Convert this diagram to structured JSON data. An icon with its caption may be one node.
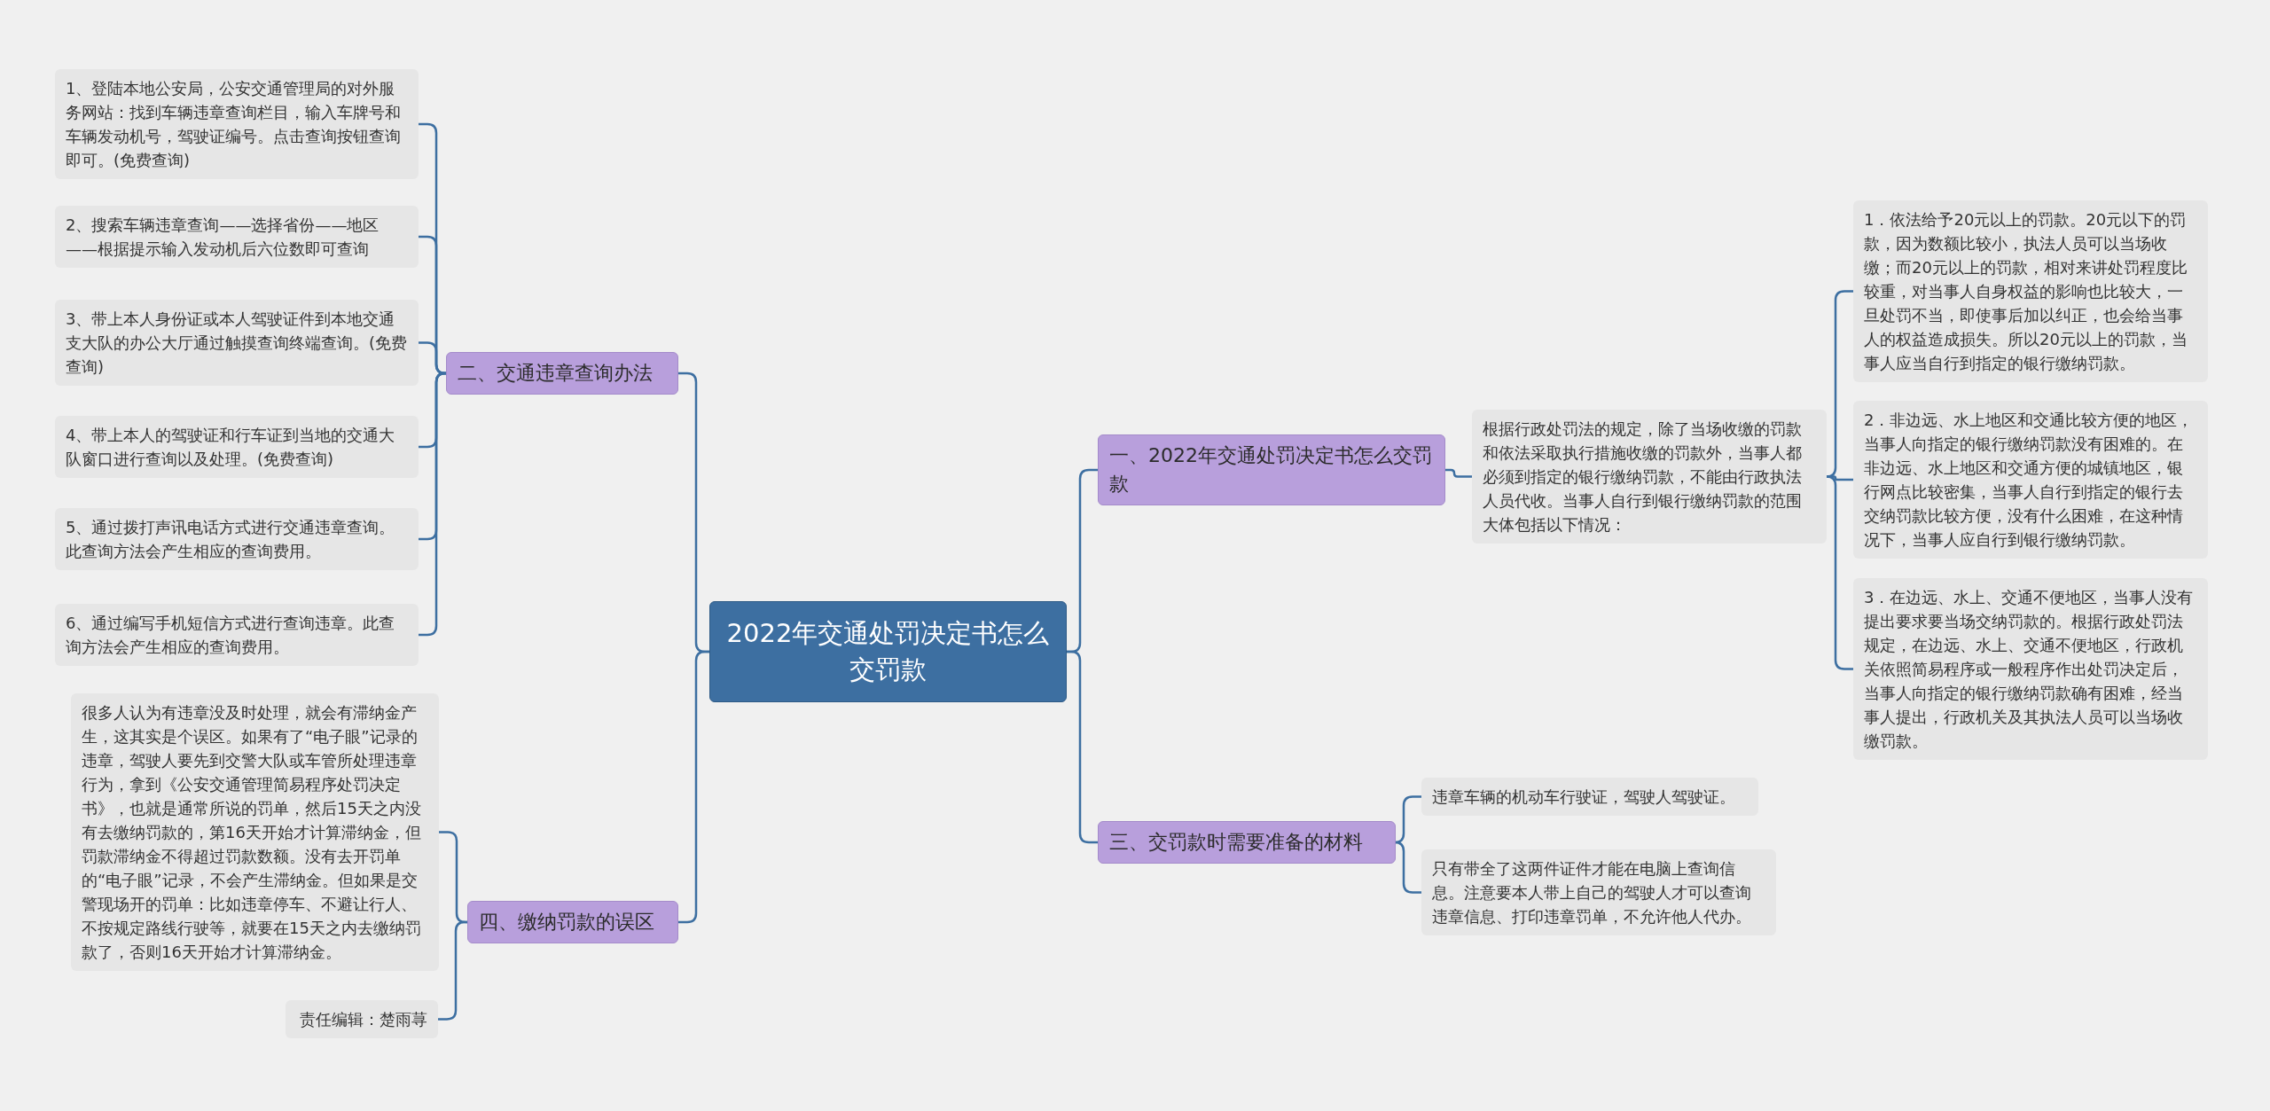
{
  "diagram": {
    "nodes": [
      {
        "text": [
          "2022年交通处罚决定书怎么交罚款"
        ]
      },
      {
        "text": [
          "一、2022年交通处罚决定书怎么交罚款"
        ]
      },
      {
        "text": [
          "根据行政处罚法的规定，除了当场收缴的罚款和依法采取执行措施收缴的罚款外，当事人都必须到指定的银行缴纳罚款，不能由行政执法人员代收。当事人自行到银行缴纳罚款的范围大体包括以下情况："
        ]
      },
      {
        "text": [
          "1．依法给予20元以上的罚款。20元以下的罚款，因为数额比较小，执法人员可以当场收缴；而20元以上的罚款，相对来讲处罚程度比较重，对当事人自身权益的影响也比较大，一旦处罚不当，即使事后加以纠正，也会给当事人的权益造成损失。所以20元以上的罚款，当事人应当自行到指定的银行缴纳罚款。"
        ]
      },
      {
        "text": [
          "2．非边远、水上地区和交通比较方便的地区，当事人向指定的银行缴纳罚款没有困难的。在非边远、水上地区和交通方便的城镇地区，银行网点比较密集，当事人自行到指定的银行去交纳罚款比较方便，没有什么困难，在这种情况下，当事人应自行到银行缴纳罚款。"
        ]
      },
      {
        "text": [
          "3．在边远、水上、交通不便地区，当事人没有提出要求要当场交纳罚款的。根据行政处罚法规定，在边远、水上、交通不便地区，行政机关依照简易程序或一般程序作出处罚决定后，当事人向指定的银行缴纳罚款确有困难，经当事人提出，行政机关及其执法人员可以当场收缴罚款。"
        ]
      },
      {
        "text": [
          "三、交罚款时需要准备的材料"
        ]
      },
      {
        "text": [
          "违章车辆的机动车行驶证，驾驶人驾驶证。"
        ]
      },
      {
        "text": [
          "只有带全了这两件证件才能在电脑上查询信息。注意要本人带上自己的驾驶人才可以查询违章信息、打印违章罚单，不允许他人代办。"
        ]
      },
      {
        "text": [
          "二、交通违章查询办法"
        ]
      },
      {
        "text": [
          "1、登陆本地公安局，公安交通管理局的对外服务网站：找到车辆违章查询栏目，输入车牌号和车辆发动机号，驾驶证编号。点击查询按钮查询即可。(免费查询)"
        ]
      },
      {
        "text": [
          "2、搜索车辆违章查询——选择省份——地区——根据提示输入发动机后六位数即可查询"
        ]
      },
      {
        "text": [
          "3、带上本人身份证或本人驾驶证件到本地交通支大队的办公大厅通过触摸查询终端查询。(免费查询)"
        ]
      },
      {
        "text": [
          "4、带上本人的驾驶证和行车证到当地的交通大队窗口进行查询以及处理。(免费查询)"
        ]
      },
      {
        "text": [
          "5、通过拨打声讯电话方式进行交通违章查询。此查询方法会产生相应的查询费用。"
        ]
      },
      {
        "text": [
          "6、通过编写手机短信方式进行查询违章。此查询方法会产生相应的查询费用。"
        ]
      },
      {
        "text": [
          "四、缴纳罚款的误区"
        ]
      },
      {
        "text": [
          "很多人认为有违章没及时处理，就会有滞纳金产生，这其实是个误区。如果有了“电子眼”记录的违章，驾驶人要先到交警大队或车管所处理违章行为，拿到《公安交通管理简易程序处罚决定书》，也就是通常所说的罚单，然后15天之内没有去缴纳罚款的，第16天开始才计算滞纳金，但罚款滞纳金不得超过罚款数额。没有去开罚单的“电子眼”记录，不会产生滞纳金。但如果是交警现场开的罚单：比如违章停车、不避让行人、不按规定路线行驶等，就要在15天之内去缴纳罚款了，否则16天开始才计算滞纳金。"
        ]
      },
      {
        "text": [
          "责任编辑：楚雨荨"
        ]
      }
    ],
    "edges": [
      {
        "from": 0,
        "to": 1,
        "arrow": "none"
      },
      {
        "from": 1,
        "to": 2,
        "arrow": "none"
      },
      {
        "from": 2,
        "to": 3,
        "arrow": "none"
      },
      {
        "from": 2,
        "to": 4,
        "arrow": "none"
      },
      {
        "from": 2,
        "to": 5,
        "arrow": "none"
      },
      {
        "from": 0,
        "to": 6,
        "arrow": "none"
      },
      {
        "from": 6,
        "to": 7,
        "arrow": "none"
      },
      {
        "from": 6,
        "to": 8,
        "arrow": "none"
      },
      {
        "from": 0,
        "to": 9,
        "arrow": "none"
      },
      {
        "from": 9,
        "to": 10,
        "arrow": "none"
      },
      {
        "from": 9,
        "to": 11,
        "arrow": "none"
      },
      {
        "from": 9,
        "to": 12,
        "arrow": "none"
      },
      {
        "from": 9,
        "to": 13,
        "arrow": "none"
      },
      {
        "from": 9,
        "to": 14,
        "arrow": "none"
      },
      {
        "from": 9,
        "to": 15,
        "arrow": "none"
      },
      {
        "from": 0,
        "to": 16,
        "arrow": "none"
      },
      {
        "from": 16,
        "to": 17,
        "arrow": "none"
      },
      {
        "from": 16,
        "to": 18,
        "arrow": "none"
      }
    ]
  }
}
